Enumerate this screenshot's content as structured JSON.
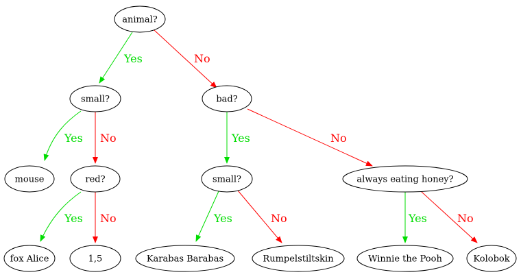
{
  "colors": {
    "yes": "#00dd00",
    "no": "#ff0000",
    "node_stroke": "#000000",
    "text": "#000000"
  },
  "nodes": {
    "animal": "animal?",
    "small1": "small?",
    "bad": "bad?",
    "mouse": "mouse",
    "red": "red?",
    "fox": "fox Alice",
    "n15": "1,5",
    "small2": "small?",
    "honey": "always eating honey?",
    "karabas": "Karabas Barabas",
    "rumpel": "Rumpelstiltskin",
    "pooh": "Winnie the Pooh",
    "kolobok": "Kolobok"
  },
  "edges": [
    {
      "from": "animal",
      "to": "small1",
      "label": "Yes",
      "kind": "yes"
    },
    {
      "from": "animal",
      "to": "bad",
      "label": "No",
      "kind": "no"
    },
    {
      "from": "small1",
      "to": "mouse",
      "label": "Yes",
      "kind": "yes"
    },
    {
      "from": "small1",
      "to": "red",
      "label": "No",
      "kind": "no"
    },
    {
      "from": "red",
      "to": "fox",
      "label": "Yes",
      "kind": "yes"
    },
    {
      "from": "red",
      "to": "n15",
      "label": "No",
      "kind": "no"
    },
    {
      "from": "bad",
      "to": "small2",
      "label": "Yes",
      "kind": "yes"
    },
    {
      "from": "bad",
      "to": "honey",
      "label": "No",
      "kind": "no"
    },
    {
      "from": "small2",
      "to": "karabas",
      "label": "Yes",
      "kind": "yes"
    },
    {
      "from": "small2",
      "to": "rumpel",
      "label": "No",
      "kind": "no"
    },
    {
      "from": "honey",
      "to": "pooh",
      "label": "Yes",
      "kind": "yes"
    },
    {
      "from": "honey",
      "to": "kolobok",
      "label": "No",
      "kind": "no"
    }
  ]
}
